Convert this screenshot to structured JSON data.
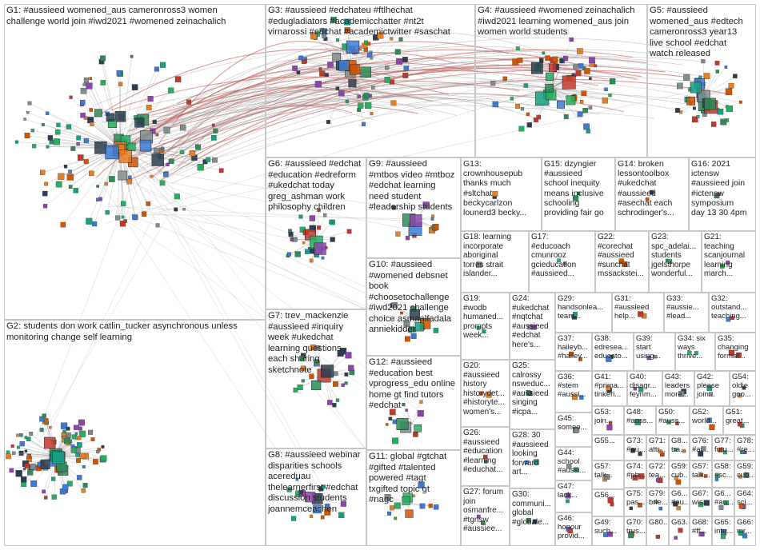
{
  "groups": [
    {
      "id": "G1",
      "label": "G1: #aussieed womened_aus cameronross3 women\nchallenge world join #iwd2021 #womened zeinachalich"
    },
    {
      "id": "G2",
      "label": "G2: students don work catlin_tucker asynchronous unless\nmonitoring change self learning"
    },
    {
      "id": "G3",
      "label": "G3: #aussieed #edchateu #ftlhechat\n#edugladiators #academicchatter #nt2t\nvirnarossi #edchat #academictwitter #saschat"
    },
    {
      "id": "G4",
      "label": "G4: #aussieed #womened zeinachalich\n#iwd2021 learning womened_aus join\nwomen world students"
    },
    {
      "id": "G5",
      "label": "G5: #aussieed\nwomened_aus #edtech\ncameronross3 year13\nlive school #edchat\nwatch released"
    },
    {
      "id": "G6",
      "label": "G6: #aussieed #edchat\n#education #edreform\n#ukedchat today\ngreg_ashman work\nphilosophy children"
    },
    {
      "id": "G7",
      "label": "G7: trev_mackenzie\n#aussieed #inquiry\nweek #ukedchat\nlearning questions\neach sharing\nsketchnote"
    },
    {
      "id": "G8",
      "label": "G8: #aussieed webinar\ndisparities schools\nacereduau\nthelearnerfirst #edchat\ndiscussion students\njoannemceachen"
    },
    {
      "id": "G9",
      "label": "G9: #aussieed\n#mtbos video #mtboz\n#edchat learning\nneed student\n#leadership students"
    },
    {
      "id": "G10",
      "label": "G10: #aussieed\n#womened debsnet\nbook\n#choosetochallenge\n#iwd2021 challenge\nchoice asmaalfadala\nanniekidder"
    },
    {
      "id": "G11",
      "label": "G11: global #gtchat\n#gifted #talented\npowered #tagt\ntxgifted topic gt\n#nagc"
    },
    {
      "id": "G12",
      "label": "G12: #aussieed\n#education best\nvprogress_edu online\nhome gt find tutors\n#edchat"
    },
    {
      "id": "G13",
      "label": "G13:\ncrownhousepub\nthanks much\n#sltchat\nbeckycarlzon\nlounerd3 becky..."
    },
    {
      "id": "G14",
      "label": "G14: broken\nlessontoolbox\n#ukedchat\n#aussieed\n#asechat each\nschrodinger's..."
    },
    {
      "id": "G15",
      "label": "G15: dzyngier\n#aussieed\nschool inequity\nmeans inclusive\nschooling\nproviding fair go"
    },
    {
      "id": "G16",
      "label": "G16: 2021\nictensw\n#aussieed join\n#ictensw\nsymposium\nday 13 30 4pm"
    },
    {
      "id": "G17",
      "label": "G17:\n#educoach\ncmunrooz\ngcieducation\n#aussieed..."
    },
    {
      "id": "G18",
      "label": "G18: learning\nincorporate\naboriginal\ntorres strait\nislander..."
    },
    {
      "id": "G19",
      "label": "G19:\n#wodb\nhumaned...\nprompts\nweek..."
    },
    {
      "id": "G20",
      "label": "G20:\n#aussieed\nhistory\nhistorydet...\n#historyte...\nwomen's..."
    },
    {
      "id": "G21",
      "label": "G21:\nteaching\nscanjournal\nlearning\nmarch..."
    },
    {
      "id": "G22",
      "label": "G22:\n#corechat\n#aussieed\n#sunchat\nmssackstei..."
    },
    {
      "id": "G23",
      "label": "G23:\nspc_adelai...\nstudents\njgelsthorpe\nwonderful..."
    },
    {
      "id": "G24",
      "label": "G24:\n#ukedchat\n#nqtchat\n#aussieed\n#edchat\nhere's..."
    },
    {
      "id": "G25",
      "label": "G25:\ncalrossy\nnsweduc...\n#aussieed\nsinging\n#icpa..."
    },
    {
      "id": "G26",
      "label": "G26:\n#aussieed\n#education\n#learning\n#educhat..."
    },
    {
      "id": "G27",
      "label": "G27: forum\njoin\nosmanfre...\n#tgnsw\n#aussiee..."
    },
    {
      "id": "G28",
      "label": "G28: 30\n#aussieed\nlooking\nforward\nart..."
    },
    {
      "id": "G29",
      "label": "G29:\nhandsonlea...\nteam..."
    },
    {
      "id": "G30",
      "label": "G30:\ncommuni...\nglobal\n#globale..."
    },
    {
      "id": "G31",
      "label": "G31:\n#aussieed\nhelp..."
    },
    {
      "id": "G32",
      "label": "G32:\noutstand...\nteaching..."
    },
    {
      "id": "G33",
      "label": "G33:\n#aussie...\n#lead..."
    },
    {
      "id": "G34",
      "label": "G34: six\nways\nthrive..."
    },
    {
      "id": "G35",
      "label": "G35:\nchanging\nformat..."
    },
    {
      "id": "G36",
      "label": "G36:\n#stem\n#aussi..."
    },
    {
      "id": "G37",
      "label": "G37:\nhaileyb...\n#hailey..."
    },
    {
      "id": "G38",
      "label": "G38:\nedresea...\neducato..."
    },
    {
      "id": "G39",
      "label": "G39:\nstart\nusing..."
    },
    {
      "id": "G40",
      "label": "G40:\ndisagr...\nfeynm..."
    },
    {
      "id": "G41",
      "label": "G41:\n#prima...\ntinkeri..."
    },
    {
      "id": "G42",
      "label": "G42:\nplease\njoin..."
    },
    {
      "id": "G43",
      "label": "G43:\nleaders\nmore..."
    },
    {
      "id": "G44",
      "label": "G44:\nschool\n#aussi..."
    },
    {
      "id": "G45",
      "label": "G45:\nsomeo..."
    },
    {
      "id": "G46",
      "label": "G46:\nhonour\nprovid..."
    },
    {
      "id": "G47",
      "label": "G47:\nlack..."
    },
    {
      "id": "G48",
      "label": "G48:\n#auss..."
    },
    {
      "id": "G49",
      "label": "G49:\nsuch..."
    },
    {
      "id": "G50",
      "label": "G50:\n#auss..."
    },
    {
      "id": "G51",
      "label": "G51:\ngreat..."
    },
    {
      "id": "G52",
      "label": "G52:\nworld..."
    },
    {
      "id": "G53",
      "label": "G53:\njoin..."
    },
    {
      "id": "G54",
      "label": "G54:\noldie\ngoo..."
    },
    {
      "id": "G55",
      "label": "G55..."
    },
    {
      "id": "G56",
      "label": "G56..."
    },
    {
      "id": "G57",
      "label": "G57:\ntalk..."
    },
    {
      "id": "G58",
      "label": "G58:\n#sc..."
    },
    {
      "id": "G59",
      "label": "G59:\ncub..."
    },
    {
      "id": "G60",
      "label": "G60..."
    },
    {
      "id": "G61",
      "label": "G6...\nenj..."
    },
    {
      "id": "G63",
      "label": "G63..."
    },
    {
      "id": "G64",
      "label": "G64:\nsci..."
    },
    {
      "id": "G65",
      "label": "G65:\ninte..."
    },
    {
      "id": "G66",
      "label": "G66:\nmr..."
    },
    {
      "id": "G67",
      "label": "G67:\nwis..."
    },
    {
      "id": "G68",
      "label": "G68:\n#ff..."
    },
    {
      "id": "G69",
      "label": "G6...\n#au..."
    },
    {
      "id": "G70",
      "label": "G70:\ntrus..."
    },
    {
      "id": "G71",
      "label": "G71:\nattr..."
    },
    {
      "id": "G72",
      "label": "G72:\ntea..."
    },
    {
      "id": "G73",
      "label": "G73:\n#au..."
    },
    {
      "id": "G74",
      "label": "G74:\n#pb..."
    },
    {
      "id": "G75",
      "label": "G75:\npas..."
    },
    {
      "id": "G76",
      "label": "G76:\n#ai..."
    },
    {
      "id": "G77",
      "label": "G77:\nfutu..."
    },
    {
      "id": "G78",
      "label": "G78:\n#re..."
    },
    {
      "id": "G79",
      "label": "G79:\nbrie..."
    },
    {
      "id": "G80",
      "label": "G80..."
    },
    {
      "id": "G8x",
      "label": "G8...\ntra..."
    }
  ]
}
